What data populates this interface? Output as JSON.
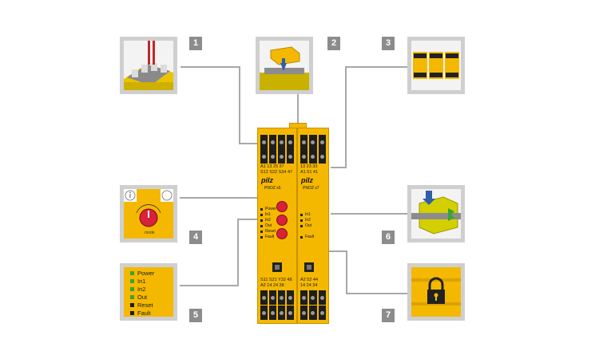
{
  "callout_numbers": [
    "1",
    "2",
    "3",
    "4",
    "5",
    "6",
    "7"
  ],
  "module_left": {
    "top_terminals_row1": "A1  13  25  37",
    "top_terminals_row2": "S12 S22 S34 47",
    "brand": "pilz",
    "model": "PNOZ s5",
    "indicators": [
      "Power",
      "In1",
      "In2",
      "Out",
      "Reset",
      "Fault"
    ],
    "bottom_terminals_row1": "S11 S21 Y32 48",
    "bottom_terminals_row2": "A2  14  24  38"
  },
  "module_right": {
    "top_terminals_row1": "13  23  33",
    "top_terminals_row2": "A1  51  41",
    "brand": "pilz",
    "model": "PNOZ s7",
    "indicators": [
      "In1",
      "In2",
      "Out",
      "Fault"
    ],
    "bottom_terminals_row1": "A2  52  44",
    "bottom_terminals_row2": "14  24  34"
  },
  "callout_5_indicators": [
    "Power",
    "In1",
    "In2",
    "Out",
    "Reset",
    "Fault"
  ],
  "callout_4_dial_label": "mode",
  "colors": {
    "pilz_yellow": "#f5b800",
    "terminal_black": "#1e1e1e",
    "connector_gray": "#a8a8a8",
    "frame_gray": "#cfcfcf",
    "badge_gray": "#8c8c8c",
    "knob_red": "#d8213a",
    "led_green": "#3aa23a"
  }
}
